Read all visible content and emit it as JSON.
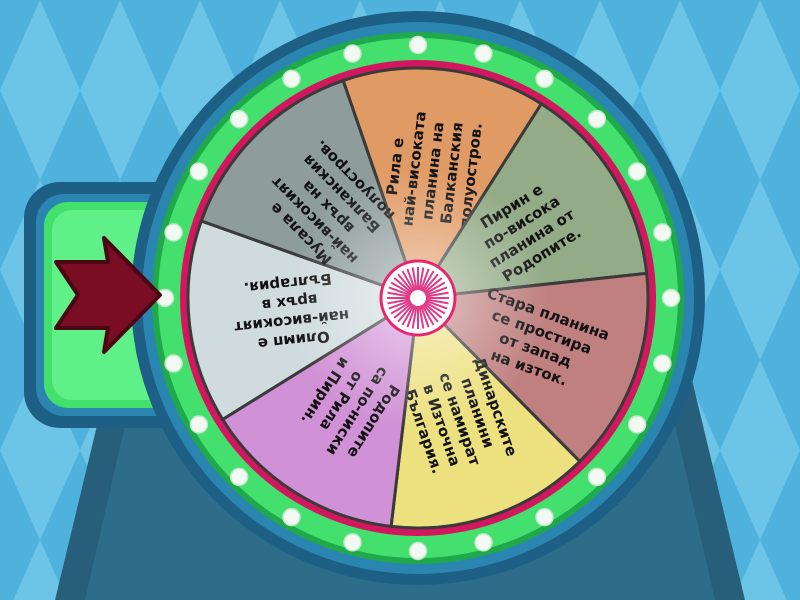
{
  "wheel": {
    "colors": {
      "background": "#4fb2dc",
      "diamond": "#6cc4e6",
      "pedestal": "#2a6a86",
      "frame_outer": "#1e5f86",
      "frame_green": "#43e06e",
      "frame_green_dark": "#1fa94b",
      "rim_magenta": "#d3175f",
      "bulb": "#f2f8f2",
      "pointer": "#7a0d23",
      "hub_ring": "#e9256e",
      "hub_rays": "#e03b86"
    },
    "pointer_icon": "arrow-right-icon",
    "segments": [
      {
        "id": "rila",
        "color": "#e09a64",
        "lines": [
          "Рила е",
          "най-високата",
          "планина на",
          "Балканския",
          "полуостров."
        ]
      },
      {
        "id": "pirin",
        "color": "#93ab86",
        "lines": [
          "Пирин е",
          "по-висока",
          "планина от",
          "Родопите."
        ]
      },
      {
        "id": "stara",
        "color": "#c08080",
        "lines": [
          "Стара планина",
          "се простира",
          "от запад",
          "на изток."
        ]
      },
      {
        "id": "dinar",
        "color": "#ede07f",
        "lines": [
          "Динарските",
          "планини",
          "се намират",
          "в Източна",
          "България."
        ]
      },
      {
        "id": "rodopi",
        "color": "#d191d6",
        "lines": [
          "Родопите",
          "са по-ниски",
          "от Рила",
          "и Пирин."
        ]
      },
      {
        "id": "olimp",
        "color": "#d0dbde",
        "lines": [
          "Олимп е",
          "най-високият",
          "връх в",
          "България."
        ]
      },
      {
        "id": "musala",
        "color": "#8e9c9c",
        "lines": [
          "Мусала е",
          "най-високият",
          "връх на",
          "Балканския",
          "полуостров."
        ]
      }
    ]
  }
}
